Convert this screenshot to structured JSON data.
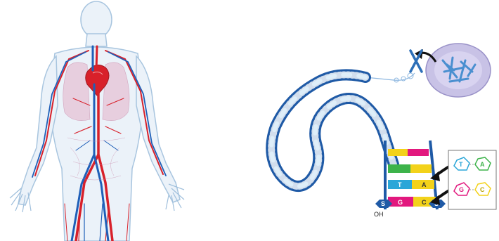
{
  "figure": {
    "panels": [
      "human-circulatory-system",
      "dna-double-helix"
    ]
  },
  "dna": {
    "strand_end_label": "OH",
    "phosphate_label": "S",
    "bases": [
      "T",
      "A",
      "G",
      "C"
    ],
    "inset_bases": [
      "T",
      "A",
      "G",
      "C"
    ]
  },
  "colors": {
    "artery": "#d8202a",
    "vein": "#1f5fb8",
    "body_outline": "#9fbfdc",
    "body_fill": "#e9f1f9",
    "dna_blue": "#1f5aa6",
    "dna_light": "#5aa9e0",
    "base_magenta": "#e2187e",
    "base_yellow": "#f3d21a",
    "base_green": "#3db34a",
    "base_cyan": "#2aa6d8",
    "nucleus": "#c8c2e6"
  }
}
